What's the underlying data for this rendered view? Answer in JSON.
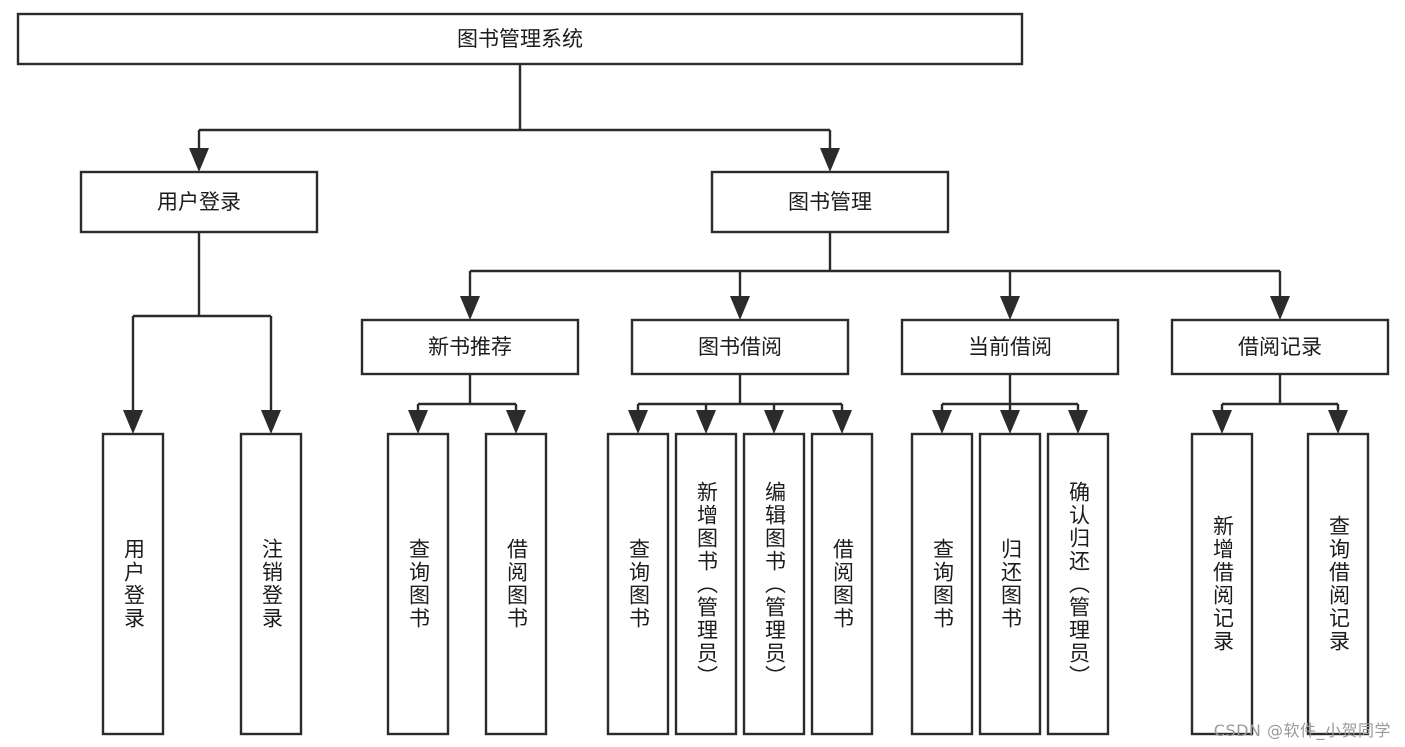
{
  "diagram": {
    "title": "图书管理系统",
    "type": "tree",
    "orientation": "top-down",
    "colors": {
      "box_stroke": "#2b2b2b",
      "box_fill": "#ffffff",
      "text": "#1c1c1c",
      "background": "#ffffff",
      "watermark": "#9a9a9a"
    },
    "root": {
      "label": "图书管理系统",
      "name": "node-root-book-management-system"
    },
    "level2": [
      {
        "label": "用户登录",
        "name": "node-user-login"
      },
      {
        "label": "图书管理",
        "name": "node-book-management"
      }
    ],
    "level3": [
      {
        "label": "新书推荐",
        "name": "node-new-book-recommend"
      },
      {
        "label": "图书借阅",
        "name": "node-book-borrow"
      },
      {
        "label": "当前借阅",
        "name": "node-current-borrow"
      },
      {
        "label": "借阅记录",
        "name": "node-borrow-record"
      }
    ],
    "leaves": {
      "user_login": [
        {
          "label": "用户登录",
          "name": "leaf-user-login"
        },
        {
          "label": "注销登录",
          "name": "leaf-logout"
        }
      ],
      "new_book_recommend": [
        {
          "label": "查询图书",
          "name": "leaf-query-book-recommend"
        },
        {
          "label": "借阅图书",
          "name": "leaf-borrow-book-recommend"
        }
      ],
      "book_borrow": [
        {
          "label": "查询图书",
          "name": "leaf-query-book"
        },
        {
          "label": "新增图书（管理员）",
          "name": "leaf-add-book-admin"
        },
        {
          "label": "编辑图书（管理员）",
          "name": "leaf-edit-book-admin"
        },
        {
          "label": "借阅图书",
          "name": "leaf-borrow-book"
        }
      ],
      "current_borrow": [
        {
          "label": "查询图书",
          "name": "leaf-query-book-current"
        },
        {
          "label": "归还图书",
          "name": "leaf-return-book"
        },
        {
          "label": "确认归还（管理员）",
          "name": "leaf-confirm-return-admin"
        }
      ],
      "borrow_record": [
        {
          "label": "新增借阅记录",
          "name": "leaf-add-borrow-record"
        },
        {
          "label": "查询借阅记录",
          "name": "leaf-query-borrow-record"
        }
      ]
    }
  },
  "watermark": {
    "text": "CSDN @软件_小贺同学"
  }
}
